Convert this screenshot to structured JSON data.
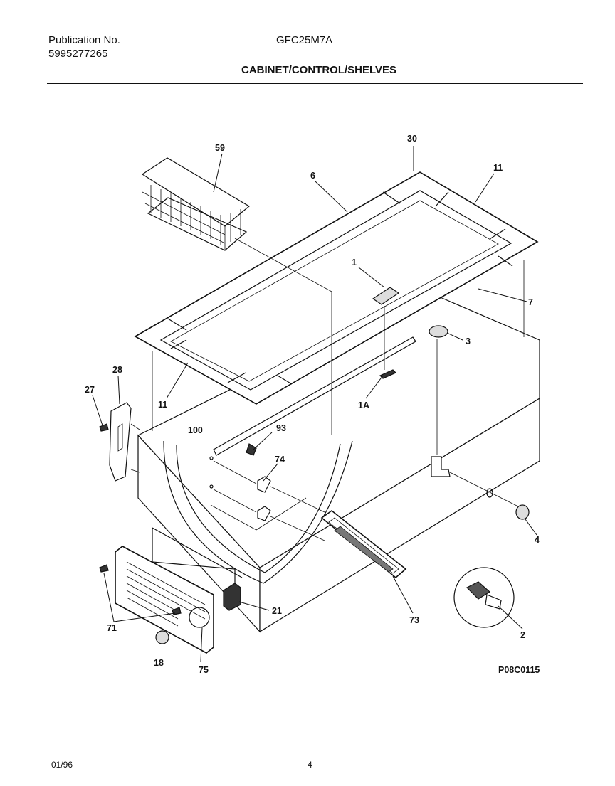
{
  "header": {
    "publication_label": "Publication No.",
    "publication_number": "5995277265",
    "model": "GFC25M7A",
    "section_title": "CABINET/CONTROL/SHELVES"
  },
  "part_labels": {
    "p59": "59",
    "p30": "30",
    "p6": "6",
    "p11a": "11",
    "p1": "1",
    "p7": "7",
    "p3": "3",
    "p28": "28",
    "p27": "27",
    "p11b": "11",
    "p1A": "1A",
    "p100": "100",
    "p93": "93",
    "p74": "74",
    "p4": "4",
    "p73": "73",
    "p21": "21",
    "p2": "2",
    "p71": "71",
    "p18": "18",
    "p75": "75"
  },
  "figure_code": "P08C0115",
  "footer": {
    "date": "01/96",
    "page": "4"
  }
}
